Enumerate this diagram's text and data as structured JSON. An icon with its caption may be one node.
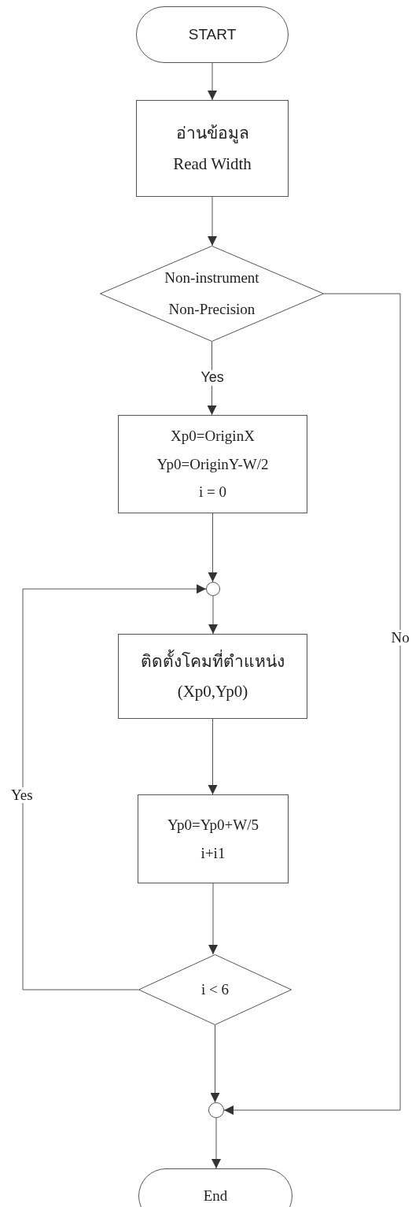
{
  "diagram": {
    "nodes": [
      {
        "text": [
          "START"
        ]
      },
      {
        "text": [
          "อ่านข้อมูล",
          "Read Width"
        ]
      },
      {
        "text": [
          "Non-instrument",
          "Non-Precision"
        ]
      },
      {
        "text": [
          "Xp0=OriginX",
          "Yp0=OriginY-W/2",
          "i = 0"
        ]
      },
      {
        "text": [],
        "shape": "circle"
      },
      {
        "text": [
          "ติดตั้งโคมที่ตำแหน่ง",
          "(Xp0,Yp0)"
        ]
      },
      {
        "text": [
          "Yp0=Yp0+W/5",
          "i+i1"
        ]
      },
      {
        "text": [
          "i < 6"
        ]
      },
      {
        "text": [],
        "shape": "circle"
      },
      {
        "text": [
          "End"
        ]
      }
    ],
    "edges": [
      {
        "from": 0,
        "to": 1,
        "arrow": "to"
      },
      {
        "from": 1,
        "to": 2,
        "arrow": "to"
      },
      {
        "from": 2,
        "to": 3,
        "arrow": "to",
        "label": "Yes"
      },
      {
        "from": 3,
        "to": 4,
        "arrow": "to"
      },
      {
        "from": 4,
        "to": 5,
        "arrow": "to"
      },
      {
        "from": 5,
        "to": 6,
        "arrow": "to"
      },
      {
        "from": 6,
        "to": 7,
        "arrow": "to"
      },
      {
        "from": 7,
        "to": 4,
        "arrow": "to",
        "label": "Yes"
      },
      {
        "from": 2,
        "to": 8,
        "arrow": "to",
        "label": "No"
      },
      {
        "from": 7,
        "to": 8,
        "arrow": "to"
      },
      {
        "from": 8,
        "to": 9,
        "arrow": "to"
      }
    ]
  }
}
